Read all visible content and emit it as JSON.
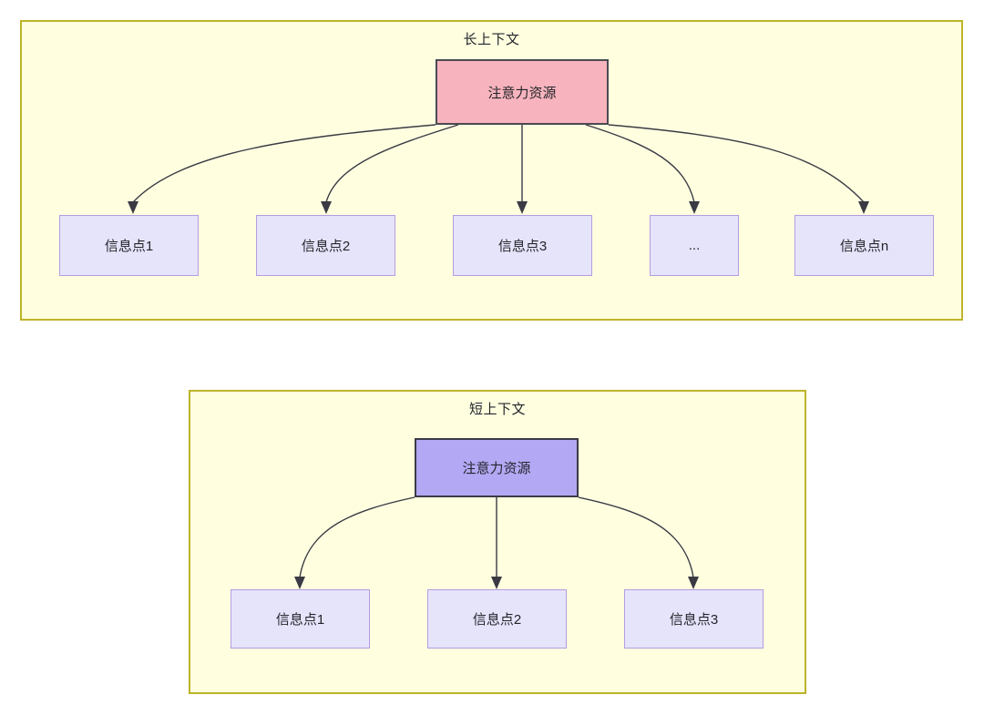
{
  "diagram": {
    "title": "",
    "colors": {
      "group_bg": "#FFFFE0",
      "group_border": "#BDB429",
      "attention_long_bg": "#F8B4BE",
      "attention_long_border": "#4A4A52",
      "attention_short_bg": "#B3A8F4",
      "attention_short_border": "#3B3B46",
      "info_bg": "#E6E4FB",
      "info_border": "#B39DE0",
      "edge": "#3A3A44",
      "text": "#23252B"
    },
    "groups": [
      {
        "id": "long-context",
        "title": "长上下文",
        "root": {
          "label": "注意力资源"
        },
        "children": [
          {
            "label": "信息点1"
          },
          {
            "label": "信息点2"
          },
          {
            "label": "信息点3"
          },
          {
            "label": "..."
          },
          {
            "label": "信息点n"
          }
        ]
      },
      {
        "id": "short-context",
        "title": "短上下文",
        "root": {
          "label": "注意力资源"
        },
        "children": [
          {
            "label": "信息点1"
          },
          {
            "label": "信息点2"
          },
          {
            "label": "信息点3"
          }
        ]
      }
    ]
  }
}
